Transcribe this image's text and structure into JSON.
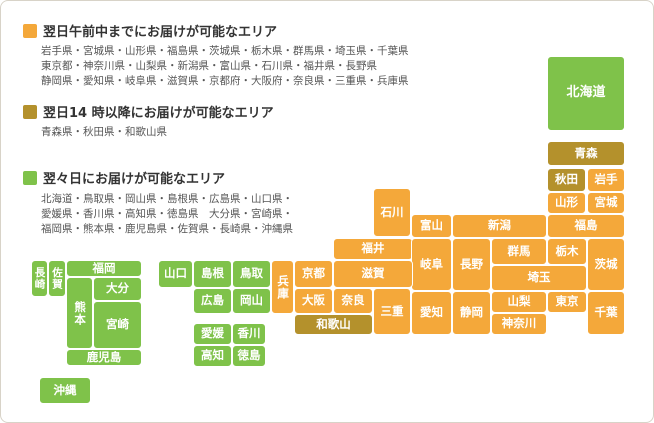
{
  "colors": {
    "next_morning": "#f4a83a",
    "next_afternoon": "#b4912c",
    "two_days": "#7fc24a"
  },
  "legend": {
    "next_morning": {
      "title": "翌日午前中までにお届けが可能なエリア",
      "lines": [
        "岩手県・宮城県・山形県・福島県・茨城県・栃木県・群馬県・埼玉県・千葉県",
        "東京都・神奈川県・山梨県・新潟県・富山県・石川県・福井県・長野県",
        "静岡県・愛知県・岐阜県・滋賀県・京都府・大阪府・奈良県・三重県・兵庫県"
      ]
    },
    "next_afternoon": {
      "title": "翌日14 時以降にお届けが可能なエリア",
      "lines": [
        "青森県・秋田県・和歌山県"
      ]
    },
    "two_days": {
      "title": "翌々日にお届けが可能なエリア",
      "lines": [
        "北海道・鳥取県・岡山県・島根県・広島県・山口県・",
        "愛媛県・香川県・高知県・徳島県　大分県・宮崎県・",
        "福岡県・熊本県・鹿児島県・佐賀県・長崎県・沖縄県"
      ]
    }
  },
  "map": {
    "hokkaido": "北海道",
    "aomori": "青森",
    "akita": "秋田",
    "iwate": "岩手",
    "yamagata": "山形",
    "miyagi": "宮城",
    "fukushima": "福島",
    "niigata": "新潟",
    "ishikawa": "石川",
    "toyama": "富山",
    "fukui": "福井",
    "gunma": "群馬",
    "tochigi": "栃木",
    "ibaraki": "茨城",
    "nagano": "長野",
    "gifu": "岐阜",
    "shiga": "滋賀",
    "kyoto": "京都",
    "saitama": "埼玉",
    "tokyo": "東京",
    "yamanashi": "山梨",
    "chiba": "千葉",
    "kanagawa": "神奈川",
    "shizuoka": "静岡",
    "aichi": "愛知",
    "mie": "三重",
    "nara": "奈良",
    "osaka": "大阪",
    "wakayama": "和歌山",
    "hyogo": "兵庫",
    "tottori": "鳥取",
    "shimane": "島根",
    "okayama": "岡山",
    "hiroshima": "広島",
    "yamaguchi": "山口",
    "kagawa": "香川",
    "ehime": "愛媛",
    "tokushima": "徳島",
    "kochi": "高知",
    "fukuoka": "福岡",
    "saga": "佐賀",
    "nagasaki": "長崎",
    "oita": "大分",
    "kumamoto": "熊本",
    "miyazaki": "宮崎",
    "kagoshima": "鹿児島",
    "okinawa": "沖縄"
  }
}
